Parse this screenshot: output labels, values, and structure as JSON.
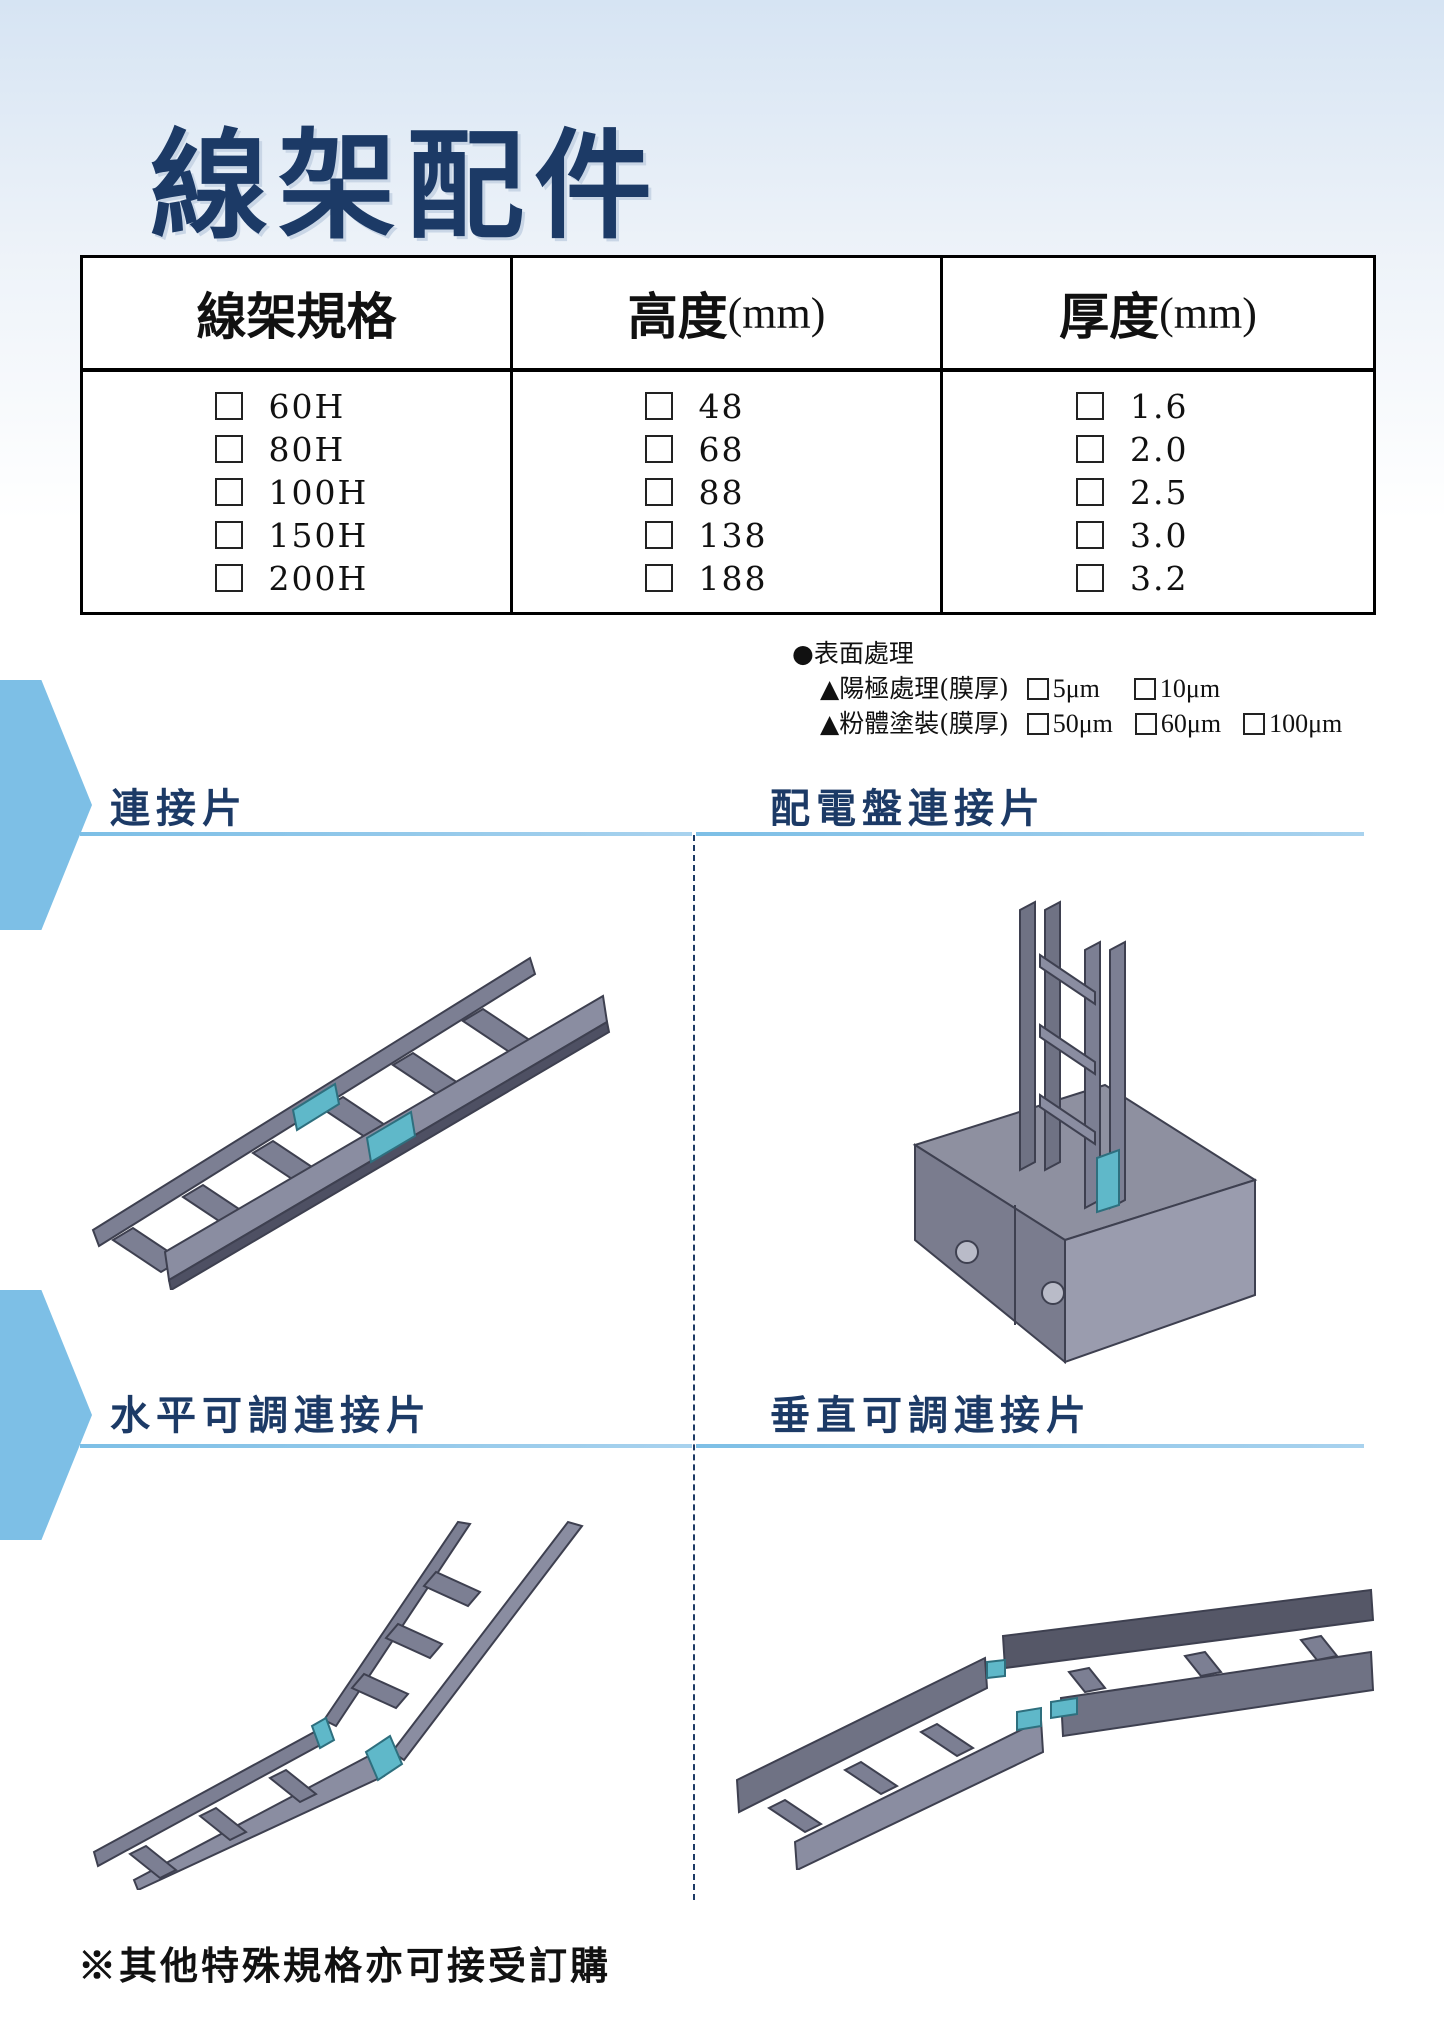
{
  "page_title": "線架配件",
  "spec_table": {
    "columns": [
      {
        "label": "線架規格",
        "unit": "",
        "options": [
          "60H",
          "80H",
          "100H",
          "150H",
          "200H"
        ]
      },
      {
        "label": "高度",
        "unit": "(mm)",
        "options": [
          "48",
          "68",
          "88",
          "138",
          "188"
        ]
      },
      {
        "label": "厚度",
        "unit": "(mm)",
        "options": [
          "1.6",
          "2.0",
          "2.5",
          "3.0",
          "3.2"
        ]
      }
    ]
  },
  "surface_treatment": {
    "heading": "●表面處理",
    "anodize": {
      "label": "▲陽極處理(膜厚)",
      "options": [
        "5μm",
        "10μm"
      ]
    },
    "powder": {
      "label": "▲粉體塗裝(膜厚)",
      "options": [
        "50μm",
        "60μm",
        "100μm"
      ]
    }
  },
  "sections": [
    {
      "title": "連接片"
    },
    {
      "title": "配電盤連接片"
    },
    {
      "title": "水平可調連接片"
    },
    {
      "title": "垂直可調連接片"
    }
  ],
  "footnote": "※其他特殊規格亦可接受訂購",
  "colors": {
    "title": "#1c3a66",
    "accent": "#7dbfe6",
    "steel": "#7c7f93",
    "steel_dark": "#4e5063",
    "connector": "#5fb8c9"
  }
}
